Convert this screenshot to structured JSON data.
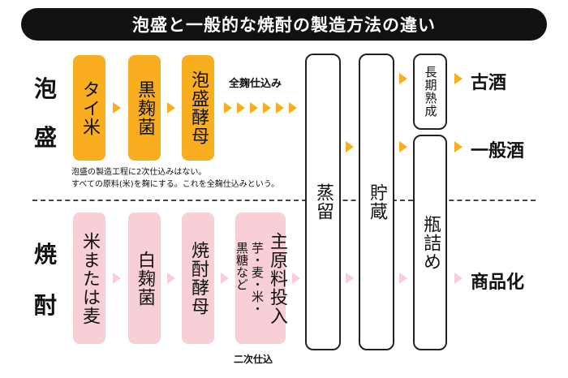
{
  "title": "泡盛と一般的な焼酎の製造方法の違い",
  "rows": {
    "awamori": {
      "label_1": "泡",
      "label_2": "盛",
      "steps": [
        "タイ米",
        "黒麹菌",
        "泡盛酵母"
      ],
      "full_koji_label": "全麹仕込み",
      "note_line1": "泡盛の製造工程に2次仕込みはない。",
      "note_line2": "すべての原料(米)を麹にする。これを全麹仕込みという。"
    },
    "shochu": {
      "label_1": "焼",
      "label_2": "酎",
      "steps": [
        "米または麦",
        "白麹菌",
        "焼酎酵母"
      ],
      "main_material": "主原料投入",
      "main_material_examples_1": "芋・麦・米・",
      "main_material_examples_2": "黒糖など",
      "secondary_label": "二次仕込"
    }
  },
  "shared_steps": {
    "distillation": "蒸留",
    "storage": "貯蔵",
    "bottling": "瓶詰め",
    "aging": "長期熟成"
  },
  "outputs": {
    "kusu": "古酒",
    "regular": "一般酒",
    "product": "商品化"
  },
  "colors": {
    "awamori_accent": "#f9ae1f",
    "shochu_accent": "#f8cfd7",
    "title_bg": "#111111"
  }
}
